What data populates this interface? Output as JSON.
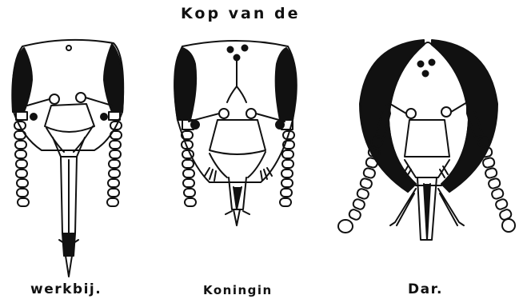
{
  "title": "Kop van de",
  "heads": [
    {
      "label": "werkbij.",
      "icon": "worker-bee-head-icon"
    },
    {
      "label": "Koningin",
      "icon": "queen-bee-head-icon"
    },
    {
      "label": "Dar.",
      "icon": "drone-bee-head-icon"
    }
  ]
}
